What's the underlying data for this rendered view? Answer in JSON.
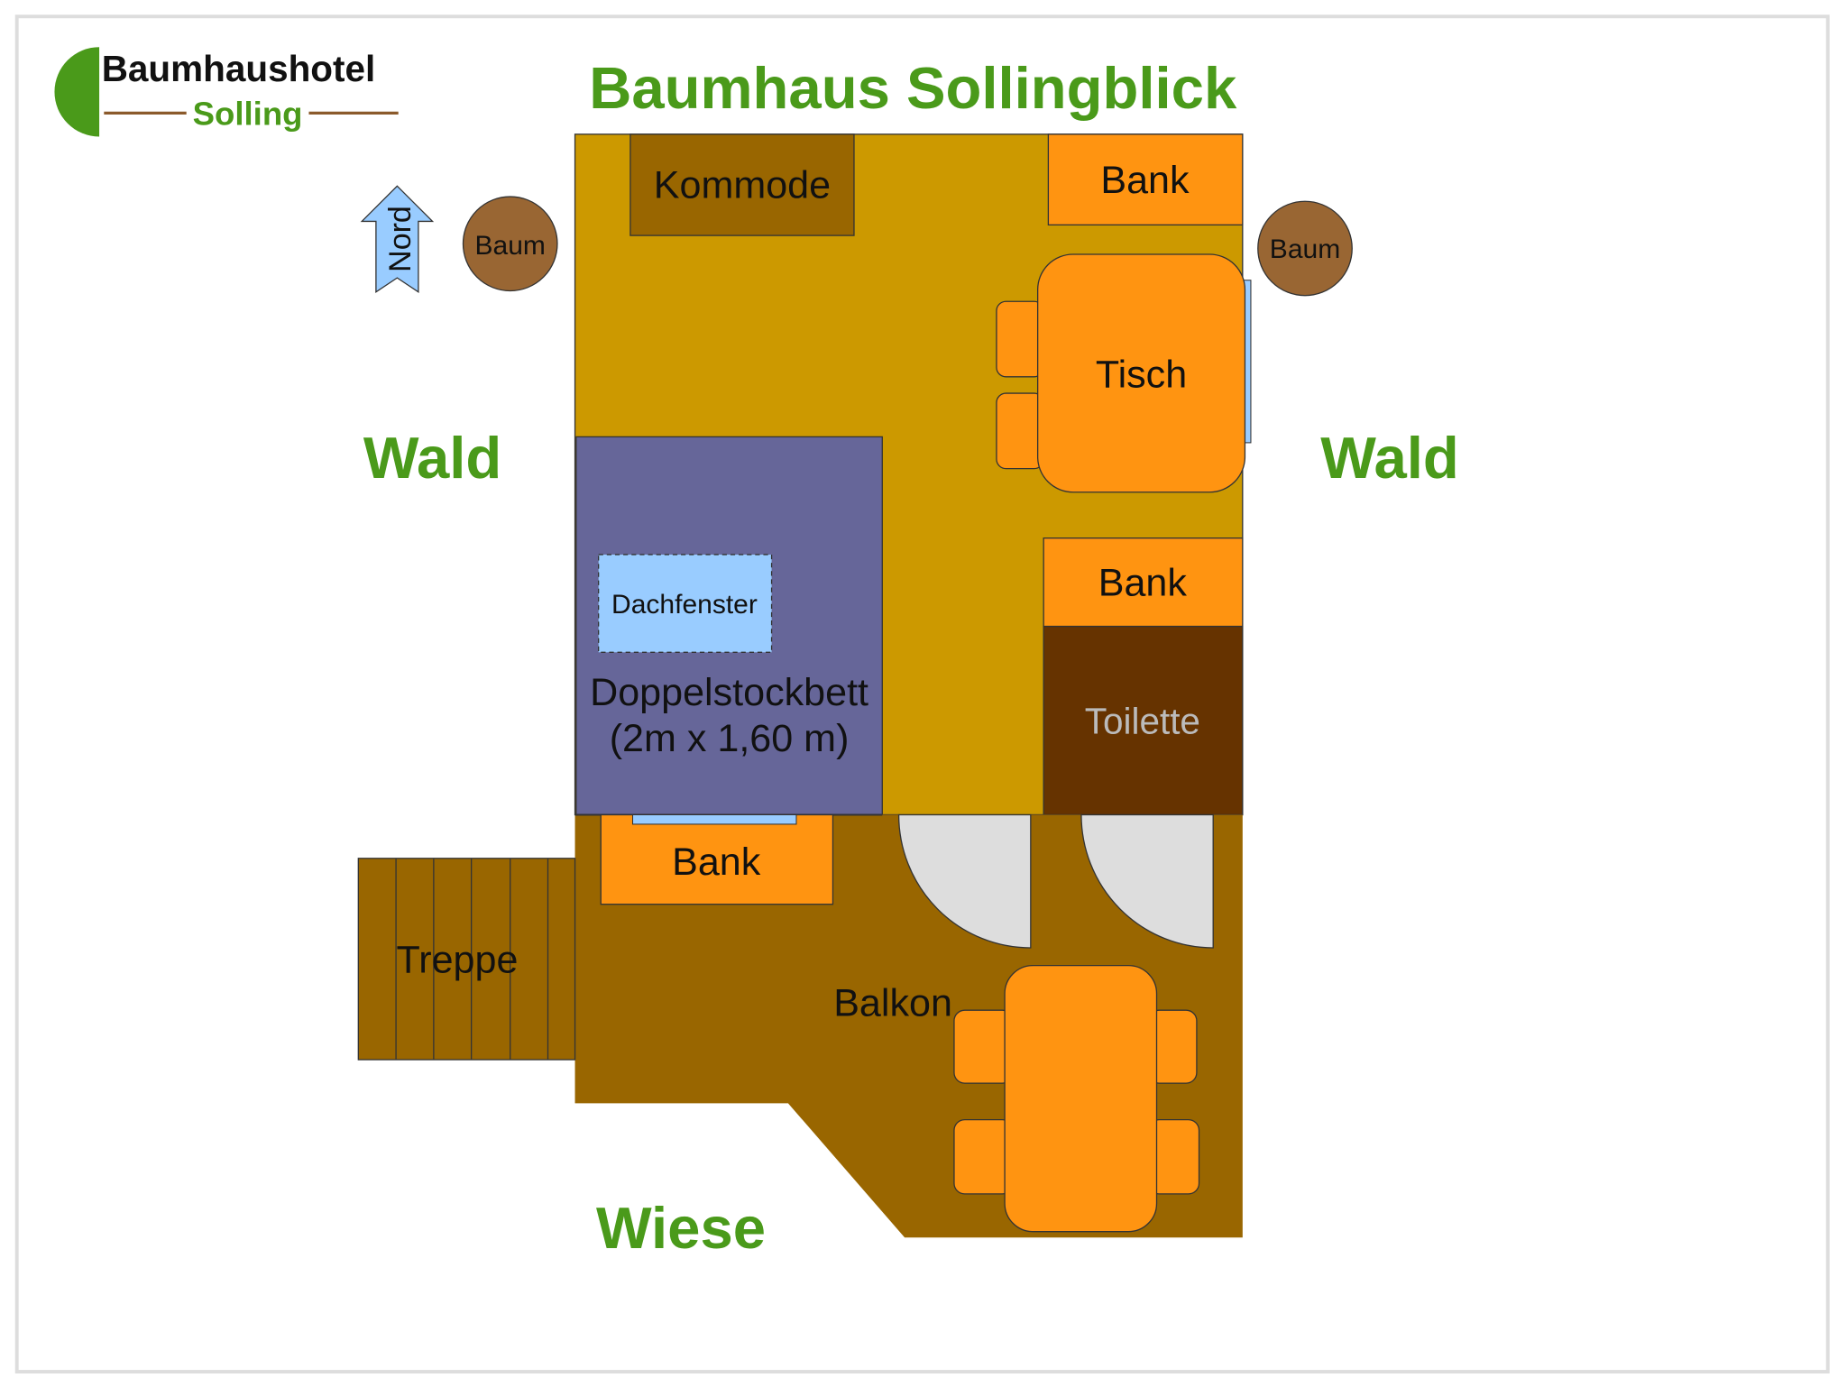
{
  "logo": {
    "line1": "Baumhaushotel",
    "line2": "Solling"
  },
  "title": "Baumhaus Sollingblick",
  "compass": {
    "label": "Nord"
  },
  "surroundings": {
    "west": "Wald",
    "east": "Wald",
    "south": "Wiese"
  },
  "trees": [
    "Baum",
    "Baum"
  ],
  "rooms": {
    "kommode": "Kommode",
    "bank_top": "Bank",
    "tisch": "Tisch",
    "bank_mid": "Bank",
    "toilette": "Toilette",
    "bed": "Doppelstockbett",
    "bed_size": "(2m x 1,60 m)",
    "dachfenster": "Dachfenster",
    "bank_balcony": "Bank",
    "balkon": "Balkon",
    "treppe": "Treppe"
  },
  "colors": {
    "green": "#4a9a1a",
    "floor": "#cc9900",
    "wood": "#996600",
    "orange": "#ff9411",
    "bed": "#666699",
    "window": "#99ccff",
    "toilet": "#663300",
    "tree": "#996633"
  }
}
